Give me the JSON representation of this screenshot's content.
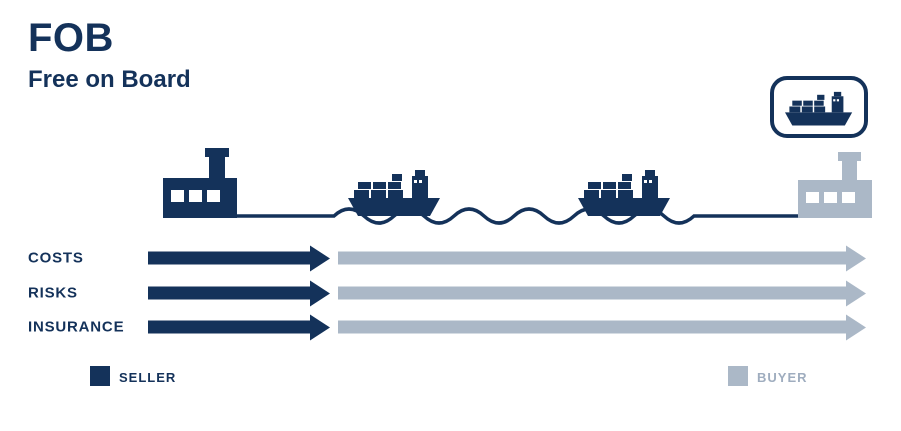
{
  "header": {
    "title": "FOB",
    "subtitle": "Free on Board"
  },
  "rows": [
    {
      "label": "COSTS"
    },
    {
      "label": "RISKS"
    },
    {
      "label": "INSURANCE"
    }
  ],
  "legend": [
    {
      "label": "SELLER",
      "color": "#14325a"
    },
    {
      "label": "BUYER",
      "color": "#abb8c7"
    }
  ],
  "colors": {
    "seller_navy": "#14325a",
    "buyer_gray": "#abb8c7",
    "background": "#ffffff"
  },
  "icons": {
    "seller_factory": "factory-icon",
    "ship": "container-ship-icon",
    "buyer_factory": "factory-icon",
    "badge": "ship-badge-icon",
    "water": "wave-line"
  }
}
